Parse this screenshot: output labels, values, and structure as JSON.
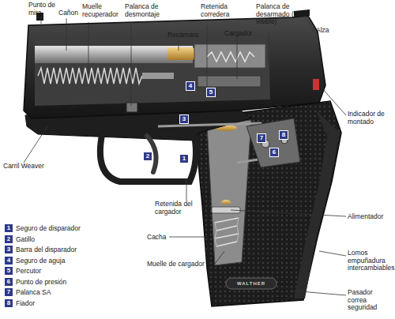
{
  "diagram": {
    "labels": [
      "Punto de mira",
      "Cañon",
      "Muelle recuperador",
      "Palanca de desmontaje",
      "Recámara",
      "Retenida corredera",
      "Cargador",
      "Palanca de desarmado (no visible)",
      "Alza",
      "Indicador de montado",
      "Carril Weaver",
      "Retenida del cargador",
      "Alimentador",
      "Cacha",
      "Lomos empuñadura intercambiables",
      "Muelle de cargador",
      "Pasador correa seguridad",
      "WALTHER",
      "4",
      "5",
      "3",
      "2",
      "1",
      "7",
      "6",
      "8",
      "1",
      "2",
      "3",
      "4",
      "5",
      "6",
      "7",
      "8"
    ],
    "legend": [
      {
        "text": "Seguro de disparador",
        "color": "#2e3a87"
      },
      {
        "text": "Gatillo",
        "color": "#2e3a87"
      },
      {
        "text": "Barra del disparador",
        "color": "#2e3a87"
      },
      {
        "text": "Seguro de aguja",
        "color": "#2e3a87"
      },
      {
        "text": "Percutor",
        "color": "#2e3a87"
      },
      {
        "text": "Punto de presión",
        "color": "#2e3a87"
      },
      {
        "text": "Palanca SA",
        "color": "#2e3a87"
      },
      {
        "text": "Fiador",
        "color": "#2e3a87"
      }
    ]
  }
}
